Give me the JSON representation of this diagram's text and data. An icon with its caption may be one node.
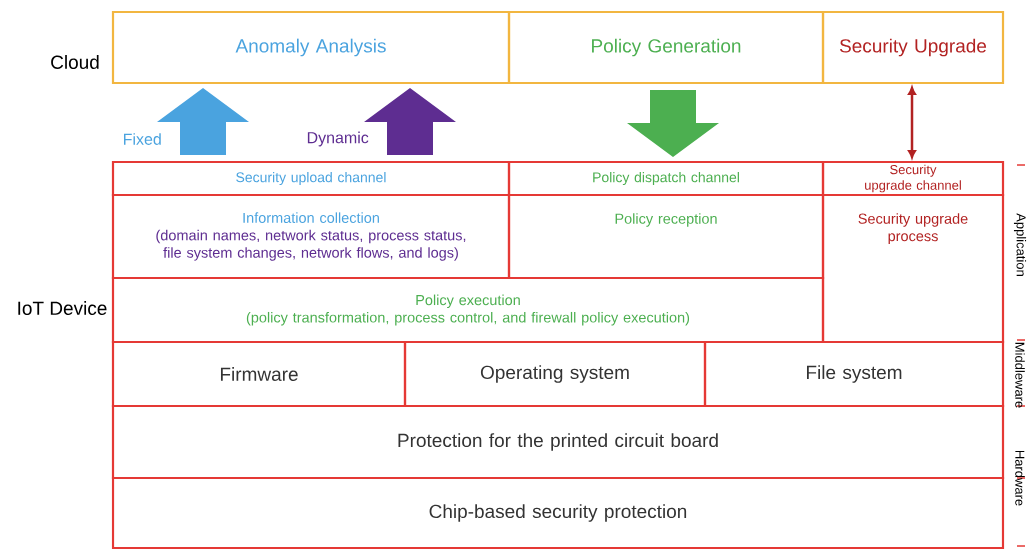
{
  "diagram": {
    "nodes": [
      {
        "text": [
          "Anomaly Analysis"
        ]
      },
      {
        "text": [
          "Policy Generation"
        ]
      },
      {
        "text": [
          "Security Upgrade"
        ]
      },
      {
        "text": [
          "Security upload channel"
        ]
      },
      {
        "text": [
          "Policy dispatch channel"
        ]
      },
      {
        "text": [
          "Security upgrade channel"
        ]
      },
      {
        "text": [
          "Information collection",
          "(domain names, network status, process status, file system changes, network flows, and logs)"
        ]
      },
      {
        "text": [
          "Policy reception"
        ]
      },
      {
        "text": [
          "Security upgrade process"
        ]
      },
      {
        "text": [
          "Policy execution",
          "(policy transformation, process control, and firewall policy execution)"
        ]
      },
      {
        "text": [
          "Firmware"
        ]
      },
      {
        "text": [
          "Operating system"
        ]
      },
      {
        "text": [
          "File system"
        ]
      },
      {
        "text": [
          "Protection for the printed circuit board"
        ]
      },
      {
        "text": [
          "Chip-based security protection"
        ]
      }
    ],
    "edges": [
      {
        "from": 3,
        "to": 0,
        "arrow": "to",
        "label": "Fixed",
        "style": "thick",
        "color": "#4aa3df"
      },
      {
        "from": 3,
        "to": 0,
        "arrow": "to",
        "label": "Dynamic",
        "style": "thick",
        "color": "#5e2d91"
      },
      {
        "from": 1,
        "to": 4,
        "arrow": "to",
        "style": "thick",
        "color": "#4caf50"
      },
      {
        "from": 2,
        "to": 5,
        "arrow": "both",
        "color": "#b22222"
      }
    ],
    "labels": [
      "Cloud",
      "IoT Device",
      "Application",
      "Middleware",
      "Hardware"
    ]
  }
}
